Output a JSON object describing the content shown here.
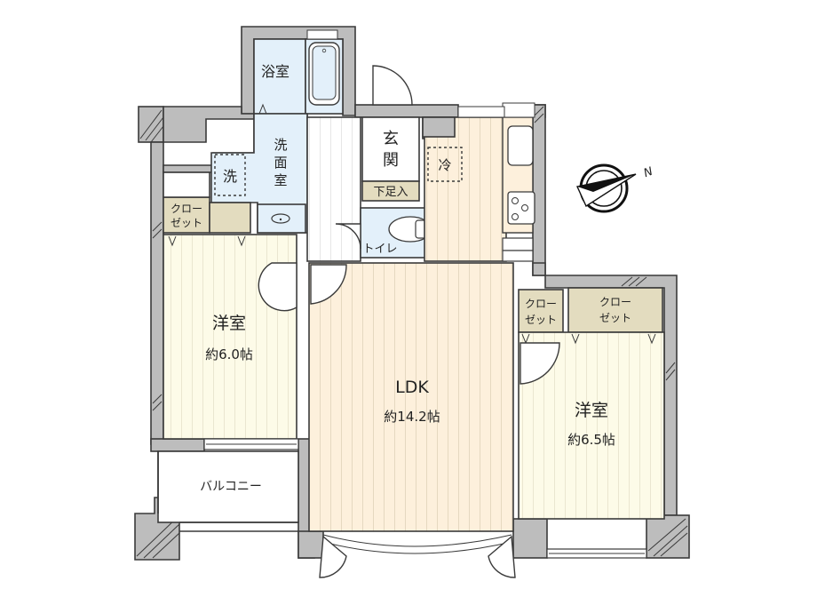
{
  "rooms": {
    "bath": {
      "label": "浴室"
    },
    "washroom": {
      "label_line1": "洗",
      "label_line2": "面",
      "label_line3": "室"
    },
    "washer": {
      "label": "洗"
    },
    "entrance": {
      "label_line1": "玄",
      "label_line2": "関"
    },
    "shoe_storage": {
      "label": "下足入"
    },
    "fridge": {
      "label": "冷"
    },
    "toilet": {
      "label": "トイレ"
    },
    "closet_west": {
      "label_line1": "クロー",
      "label_line2": "ゼット"
    },
    "closet_east_small": {
      "label_line1": "クロー",
      "label_line2": "ゼット"
    },
    "closet_east_large": {
      "label_line1": "クロー",
      "label_line2": "ゼット"
    },
    "western_room_1": {
      "label": "洋室",
      "size": "約6.0帖"
    },
    "ldk": {
      "label": "LDK",
      "size": "約14.2帖"
    },
    "western_room_2": {
      "label": "洋室",
      "size": "約6.5帖"
    },
    "balcony": {
      "label": "バルコニー"
    }
  },
  "compass": {
    "label": "N",
    "icon": "compass-icon"
  },
  "colors": {
    "wall": "#bdbdbd",
    "wood_floor": "#fdf0dc",
    "room_floor": "#fdfbe8",
    "wet_area": "#e3f0fa",
    "closet": "#e3dcbf"
  }
}
